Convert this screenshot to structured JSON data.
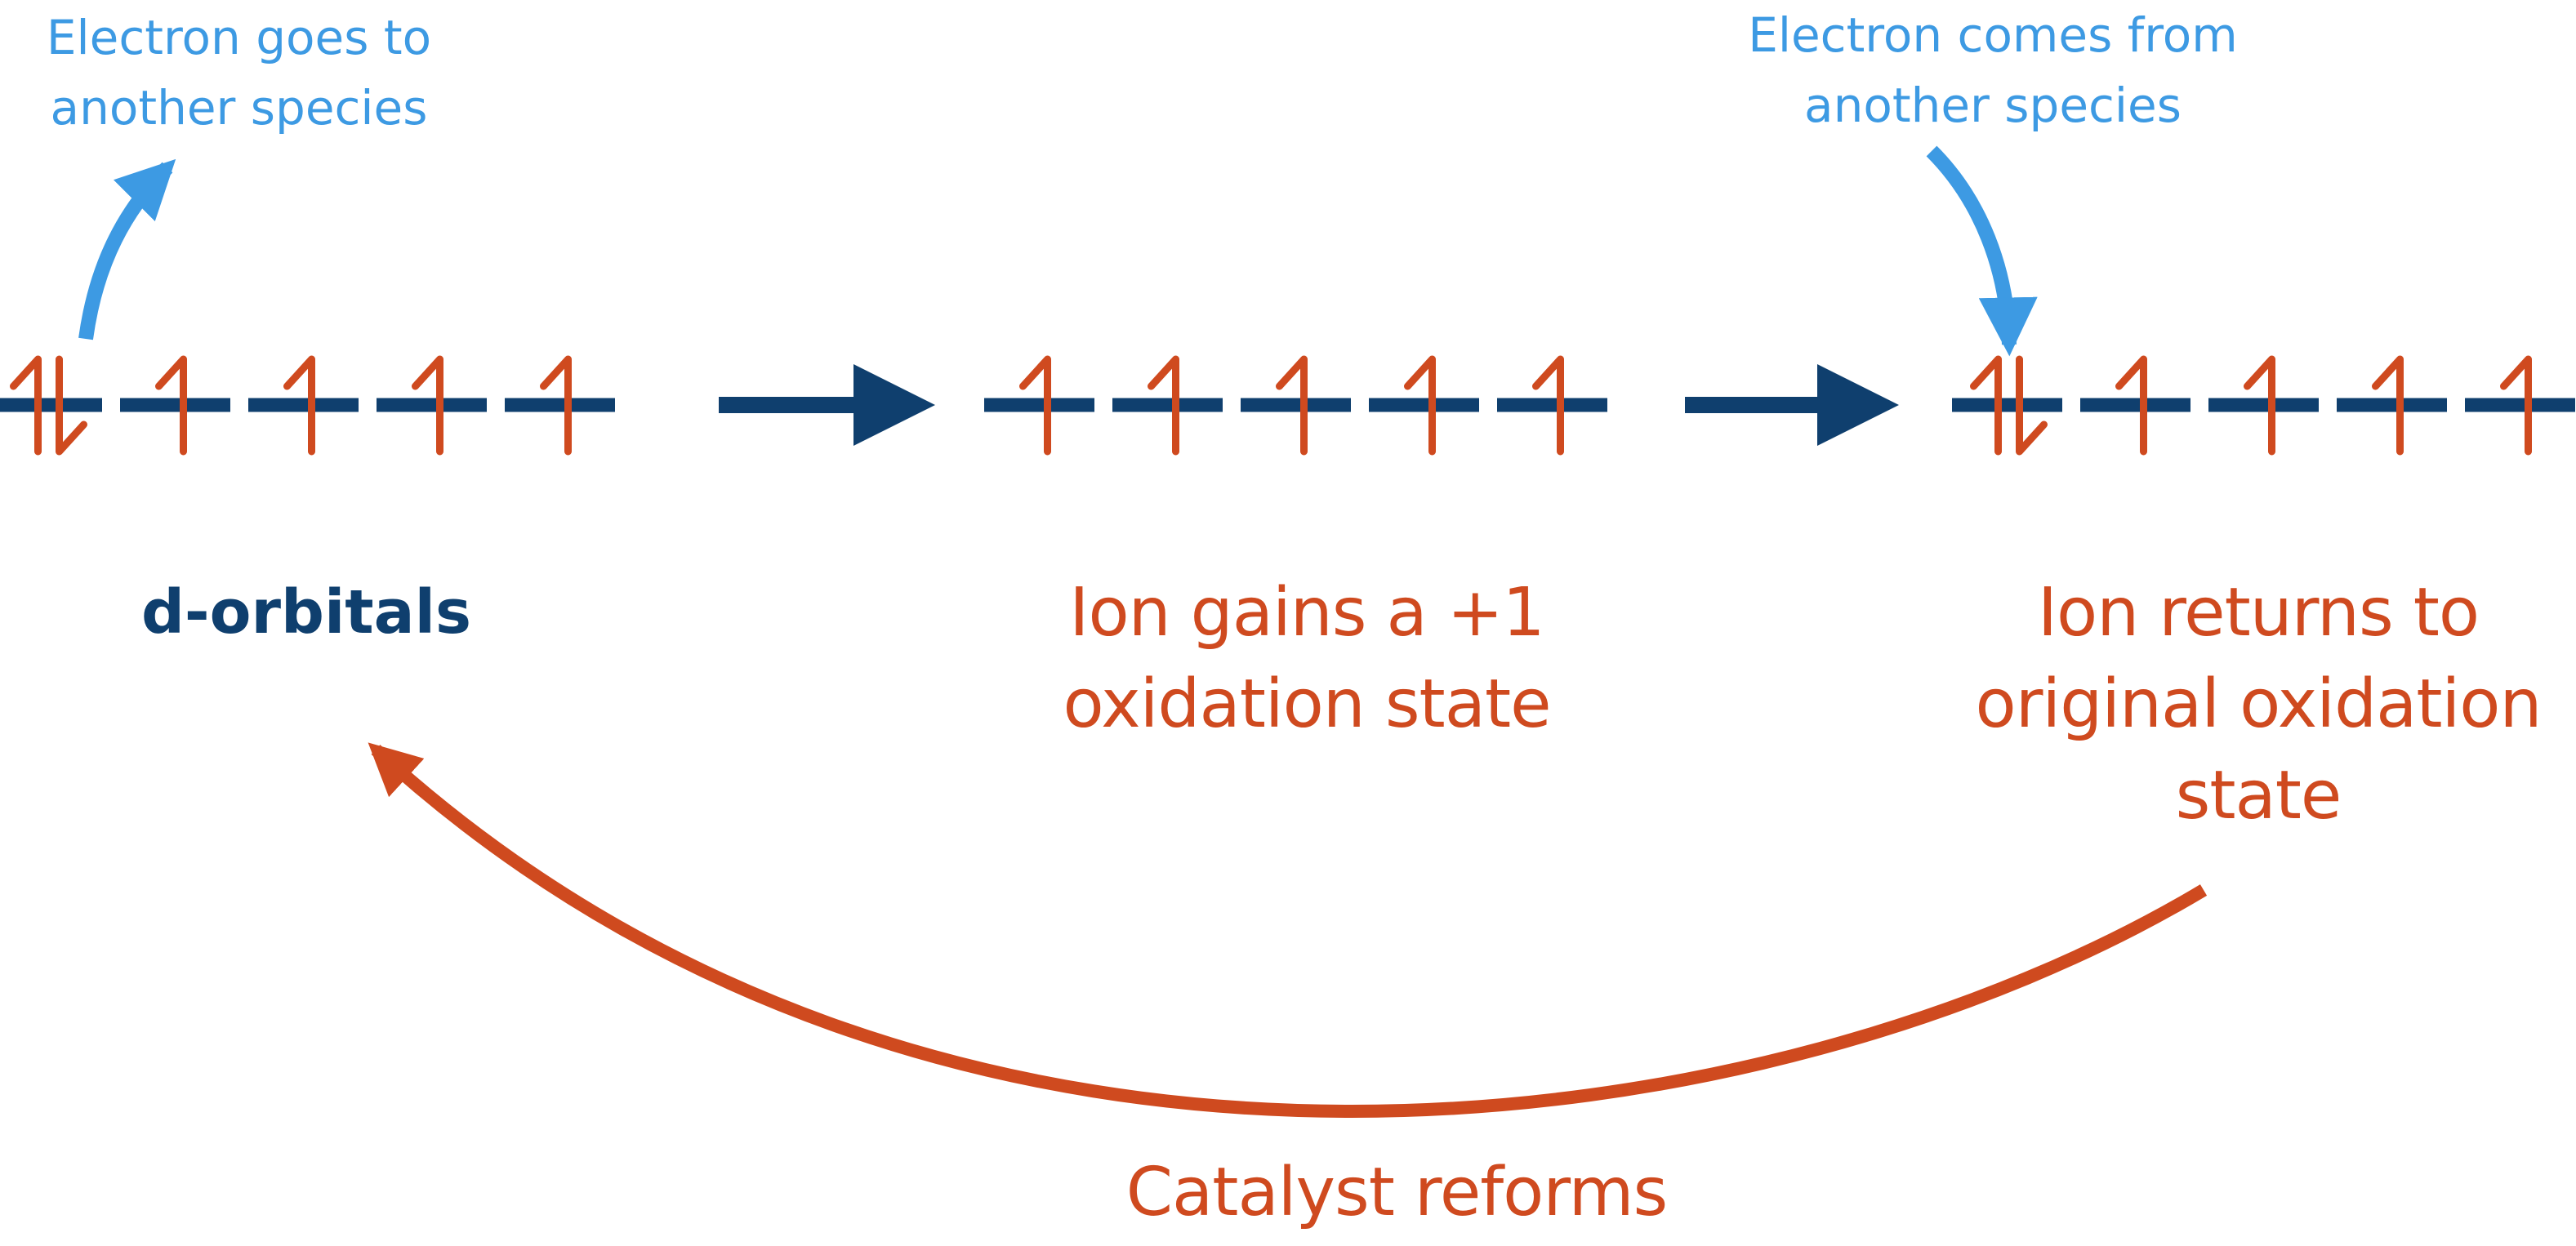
{
  "colors": {
    "navy": "#0f3f6e",
    "red": "#cf4a1f",
    "blue": "#3d9ae3"
  },
  "notes": {
    "goes": {
      "line1": "Electron goes to",
      "line2": "another species"
    },
    "comes": {
      "line1": "Electron comes from",
      "line2": "another species"
    }
  },
  "labels": {
    "start": "d-orbitals",
    "middle": {
      "line1": "Ion gains a +1",
      "line2": "oxidation state"
    },
    "end": {
      "line1": "Ion returns to",
      "line2": "original oxidation",
      "line3": "state"
    },
    "cycle": "Catalyst reforms"
  },
  "orbital_sets": [
    {
      "name": "initial",
      "electrons": [
        "up-down",
        "up",
        "up",
        "up",
        "up"
      ]
    },
    {
      "name": "oxidised",
      "electrons": [
        "up",
        "up",
        "up",
        "up",
        "up"
      ]
    },
    {
      "name": "returned",
      "electrons": [
        "up-down",
        "up",
        "up",
        "up",
        "up"
      ]
    }
  ]
}
